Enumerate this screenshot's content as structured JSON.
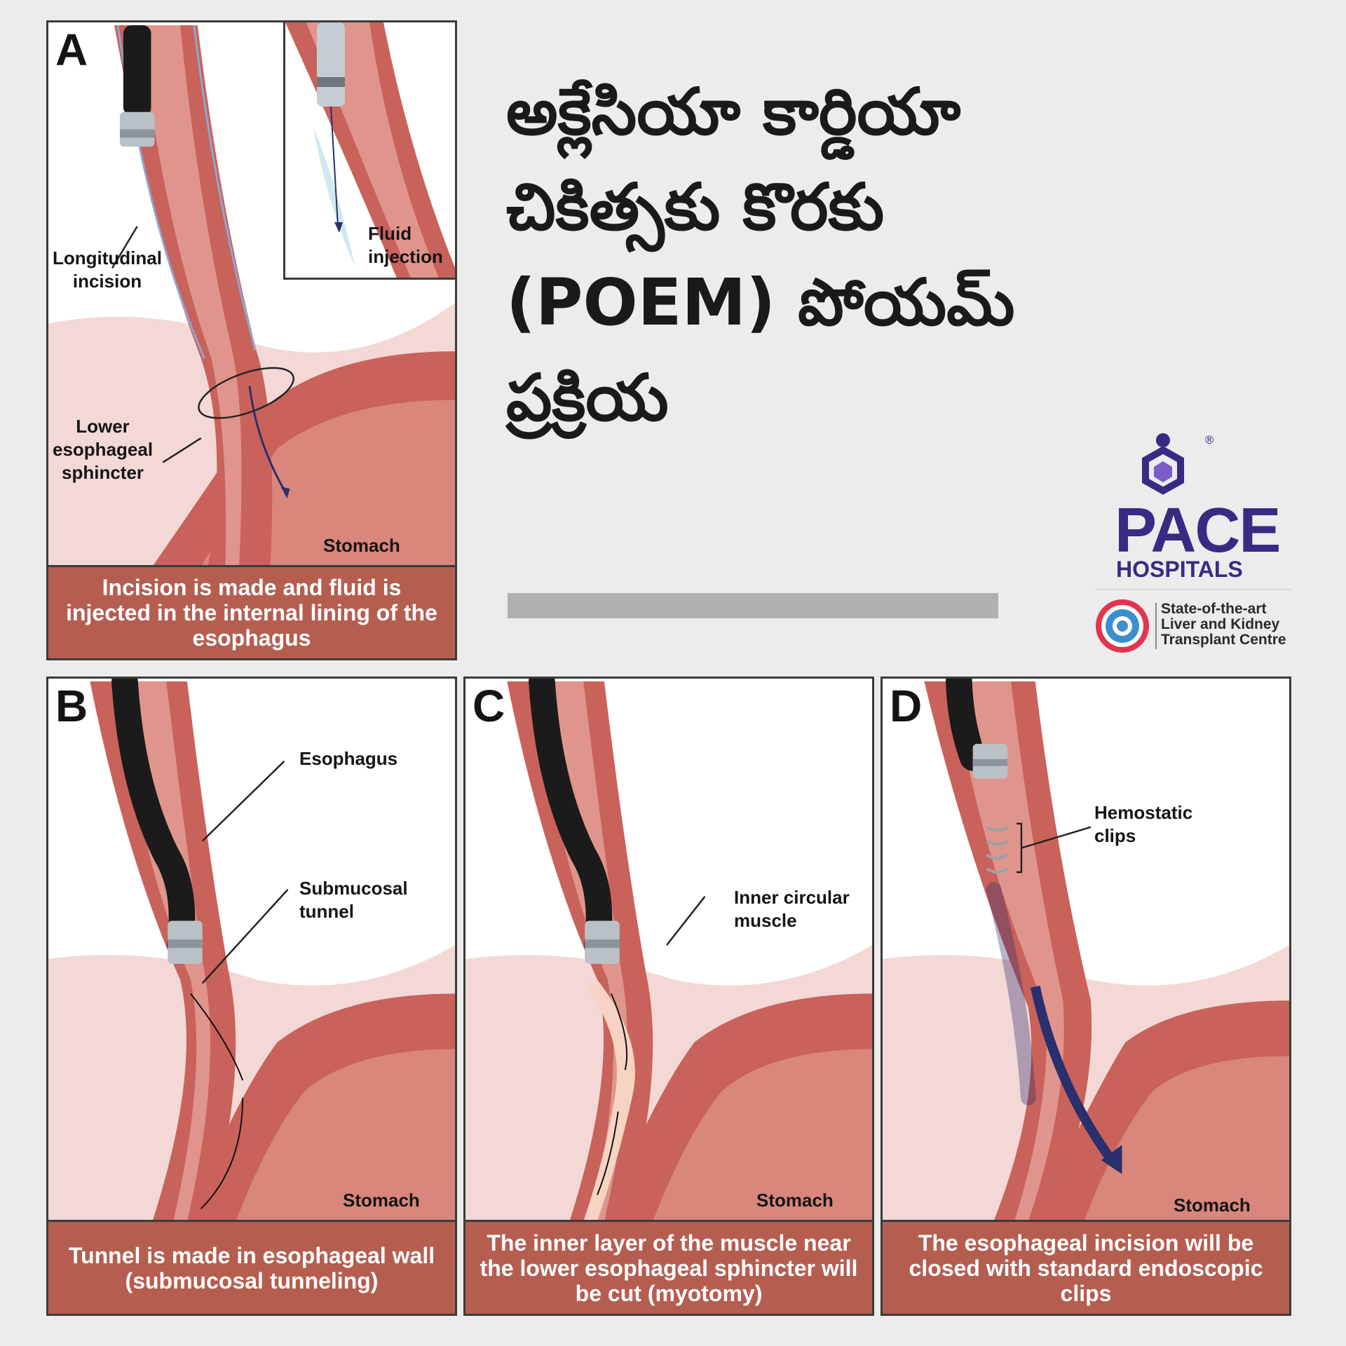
{
  "title": {
    "line1": "అక్లేసియా కార్డియా",
    "line2": "చికిత్సకు కొరకు",
    "line3": "(POEM) పోయమ్",
    "line4": "ప్రక్రియ"
  },
  "brand": {
    "name_line1": "PACE",
    "name_line2": "HOSPITALS",
    "registered_mark": "®",
    "tagline": "State-of-the-art\nLiver and Kidney\nTransplant Centre",
    "color": "#3a2a84",
    "accent": "#7b5cc9"
  },
  "colors": {
    "caption_bg": "#b55e50",
    "tissue": "#c9625a",
    "tissue_light": "#e0958c",
    "stomach_bg": "#f3d8d6"
  },
  "panels": {
    "a": {
      "letter": "A",
      "labels": {
        "longitudinal_incision": "Longitudinal\nincision",
        "fluid_injection": "Fluid\ninjection",
        "lower_sphincter": "Lower\nesophageal\nsphincter",
        "stomach": "Stomach"
      },
      "caption": "Incision is made and fluid is injected in the internal lining of the esophagus"
    },
    "b": {
      "letter": "B",
      "labels": {
        "esophagus": "Esophagus",
        "submucosal_tunnel": "Submucosal\ntunnel",
        "stomach": "Stomach"
      },
      "caption": "Tunnel is made in esophageal wall (submucosal tunneling)"
    },
    "c": {
      "letter": "C",
      "labels": {
        "inner_circular_muscle": "Inner circular\nmuscle",
        "stomach": "Stomach"
      },
      "caption": "The inner layer of the muscle near the lower esophageal sphincter will be cut (myotomy)"
    },
    "d": {
      "letter": "D",
      "labels": {
        "hemostatic_clips": "Hemostatic\nclips",
        "stomach": "Stomach"
      },
      "caption": "The esophageal incision will be closed with standard endoscopic clips"
    }
  }
}
